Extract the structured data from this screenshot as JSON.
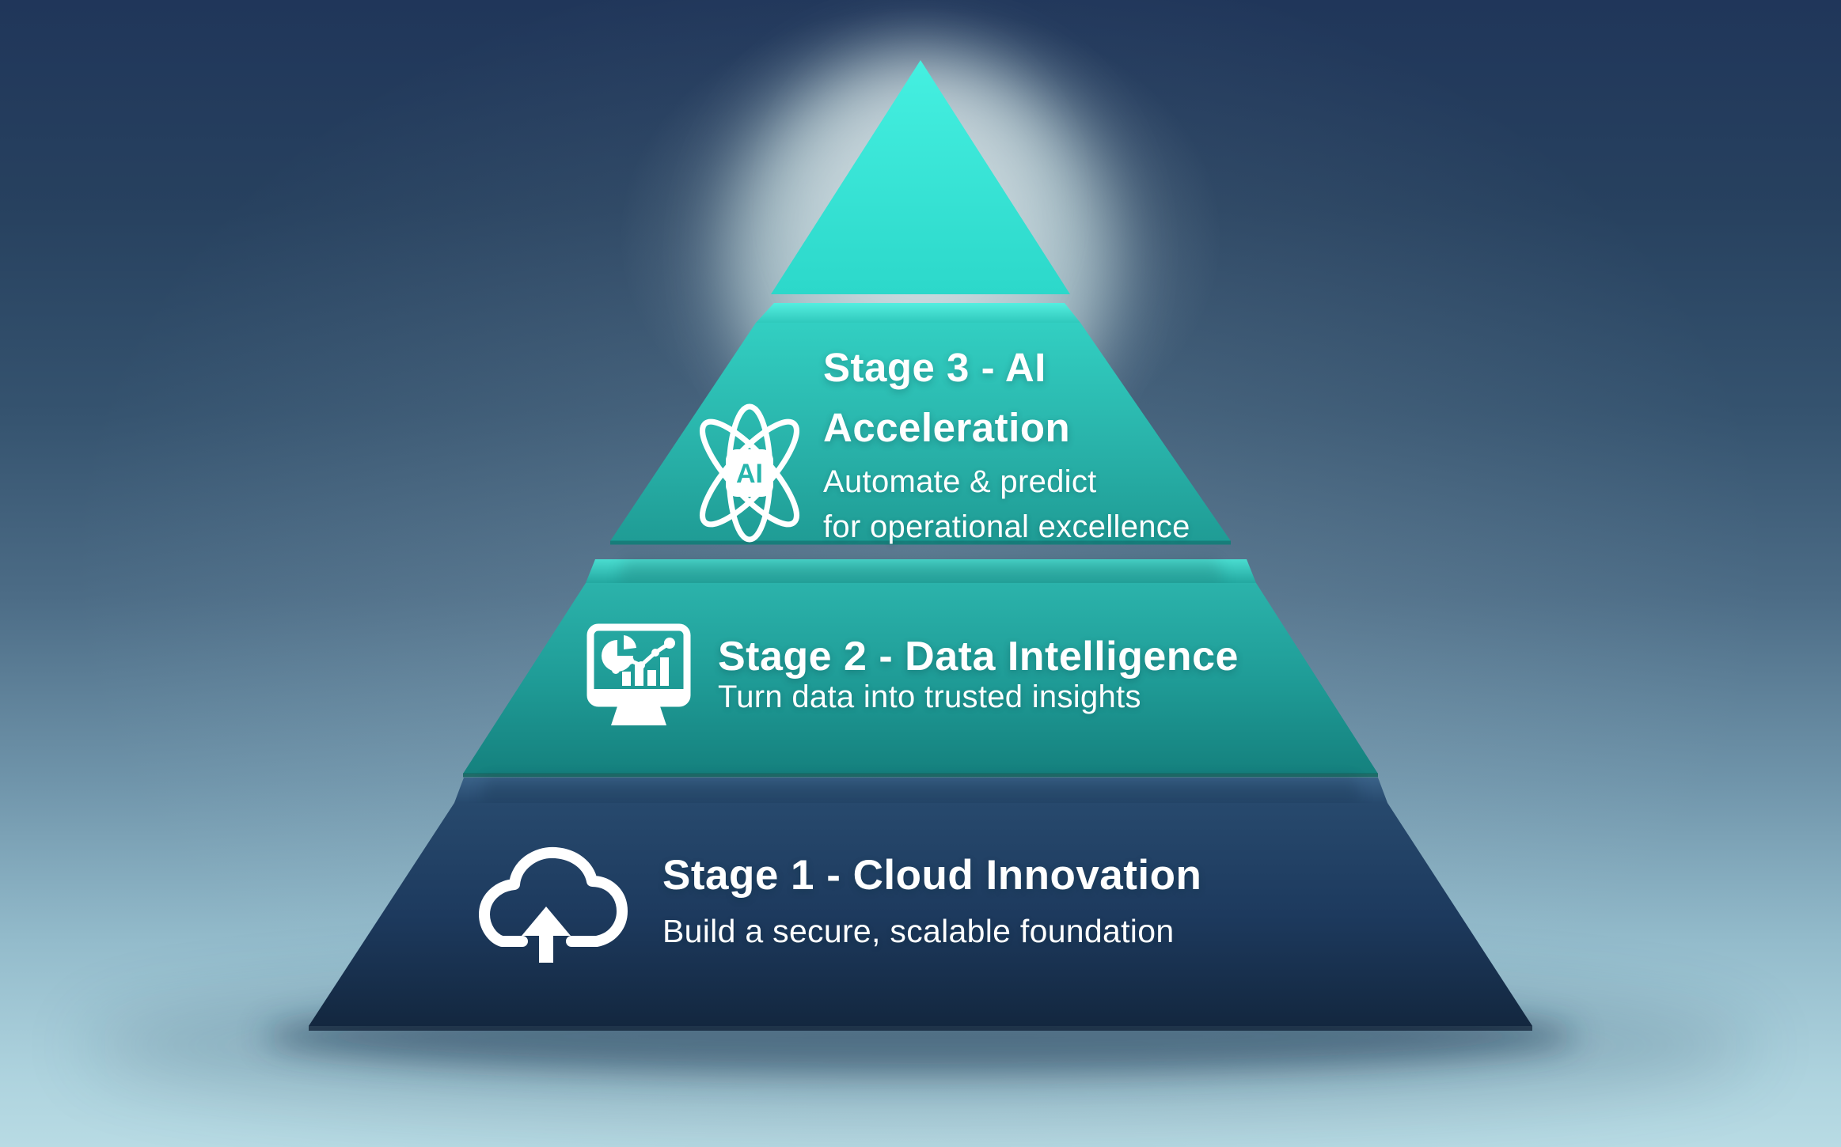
{
  "infographic": {
    "background": {
      "top_color": "#20365a",
      "bottom_color": "#b8dbe4"
    },
    "text_color": "#ffffff",
    "apex": {
      "top_color": "#45f0e1",
      "bottom_color": "#2cd8ca"
    },
    "stages": [
      {
        "id": "stage-3",
        "title_lines": [
          "Stage 3 - AI",
          "Acceleration"
        ],
        "subtitle_lines": [
          "Automate & predict",
          "for operational excellence"
        ],
        "icon": "ai-atom-icon",
        "icon_badge": "AI",
        "bevel_top_color": "#55eee0",
        "bevel_bottom_color": "#2fc9bc",
        "face_top_color": "#32cfc2",
        "face_bottom_color": "#1f9c95"
      },
      {
        "id": "stage-2",
        "title_lines": [
          "Stage 2 - Data Intelligence"
        ],
        "subtitle_lines": [
          "Turn data into trusted insights"
        ],
        "icon": "analytics-monitor-icon",
        "bevel_top_color": "#4adcd0",
        "bevel_bottom_color": "#23a8a0",
        "face_top_color": "#2bb3ab",
        "face_bottom_color": "#15817e"
      },
      {
        "id": "stage-1",
        "title_lines": [
          "Stage 1 - Cloud Innovation"
        ],
        "subtitle_lines": [
          "Build a secure, scalable foundation"
        ],
        "icon": "cloud-upload-icon",
        "bevel_top_color": "#3a6288",
        "bevel_bottom_color": "#27496d",
        "face_top_color": "#27496d",
        "face_bottom_color": "#13273f"
      }
    ]
  }
}
